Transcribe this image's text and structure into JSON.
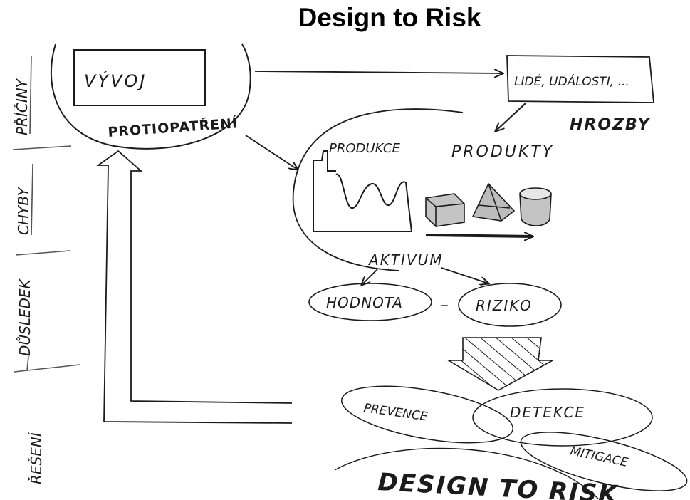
{
  "title": "Design to Risk",
  "sidebar": {
    "items": [
      {
        "label": "PŘÍČINY"
      },
      {
        "label": "CHYBY"
      },
      {
        "label": "DŮSLEDEK"
      },
      {
        "label": "ŘEŠENÍ"
      }
    ]
  },
  "nodes": {
    "vyvoj": "VÝVOJ",
    "protiopatreni": "PROTIOPATŘENÍ",
    "lide_udalosti": "LIDÉ, UDÁLOSTI, ...",
    "hrozby": "HROZBY",
    "produkce": "PRODUKCE",
    "produkty": "PRODUKTY",
    "aktivum": "AKTIVUM",
    "hodnota": "HODNOTA",
    "minus": "–",
    "riziko": "RIZIKO",
    "prevence": "PREVENCE",
    "detekce": "DETEKCE",
    "mitigace": "MITIGACE",
    "design_to_risk": "DESIGN TO RISK"
  },
  "colors": {
    "ink": "#1b1b1b",
    "cube_face": "#bdbdbd",
    "shadow": "#9a9a9a"
  }
}
